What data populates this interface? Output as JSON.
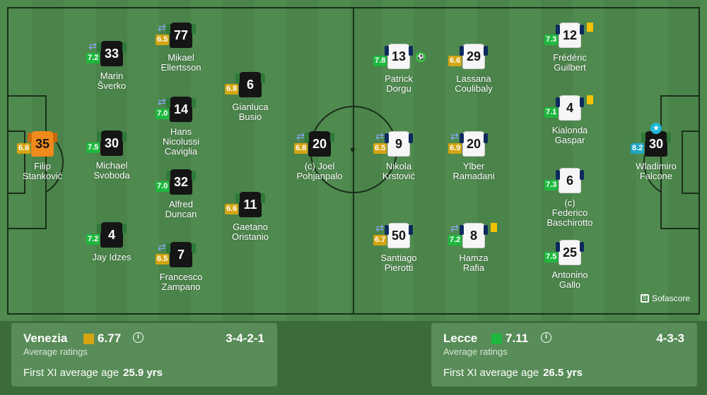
{
  "home": {
    "team": "Venezia",
    "avg_rating": "6.77",
    "avg_color": "#d6a411",
    "avg_label": "Average ratings",
    "formation": "3-4-2-1",
    "age_label": "First XI average age",
    "age_value": "25.9 yrs",
    "players": [
      {
        "num": "35",
        "name": "Filip\nStanković",
        "rating": "6.6",
        "rc": "yellow",
        "gk": true
      },
      {
        "num": "33",
        "name": "Marin\nŠverko",
        "rating": "7.2",
        "rc": "green",
        "sub": true
      },
      {
        "num": "30",
        "name": "Michael\nSvoboda",
        "rating": "7.5",
        "rc": "green"
      },
      {
        "num": "4",
        "name": "Jay Idzes",
        "rating": "7.2",
        "rc": "green"
      },
      {
        "num": "77",
        "name": "Mikael\nEllertsson",
        "rating": "6.5",
        "rc": "yellow",
        "sub": true
      },
      {
        "num": "14",
        "name": "Hans\nNicolussi\nCaviglia",
        "rating": "7.0",
        "rc": "green",
        "sub": true
      },
      {
        "num": "32",
        "name": "Alfred\nDuncan",
        "rating": "7.0",
        "rc": "green"
      },
      {
        "num": "7",
        "name": "Francesco\nZampano",
        "rating": "6.5",
        "rc": "yellow",
        "sub": true
      },
      {
        "num": "6",
        "name": "Gianluca\nBusio",
        "rating": "6.8",
        "rc": "yellow"
      },
      {
        "num": "11",
        "name": "Gaetano\nOristanio",
        "rating": "6.6",
        "rc": "yellow"
      },
      {
        "num": "20",
        "name": "(c) Joel\nPohjanpalo",
        "rating": "6.8",
        "rc": "yellow",
        "sub": true
      }
    ]
  },
  "away": {
    "team": "Lecce",
    "avg_rating": "7.11",
    "avg_color": "#1db83e",
    "avg_label": "Average ratings",
    "formation": "4-3-3",
    "age_label": "First XI average age",
    "age_value": "26.5 yrs",
    "players": [
      {
        "num": "13",
        "name": "Patrick\nDorgu",
        "rating": "7.8",
        "rc": "green",
        "goal": true
      },
      {
        "num": "9",
        "name": "Nikola\nKrstović",
        "rating": "6.5",
        "rc": "yellow",
        "sub": true
      },
      {
        "num": "50",
        "name": "Santiago\nPierotti",
        "rating": "6.7",
        "rc": "yellow",
        "sub": true
      },
      {
        "num": "29",
        "name": "Lassana\nCoulibaly",
        "rating": "6.6",
        "rc": "yellow"
      },
      {
        "num": "20",
        "name": "Ylber\nRamadani",
        "rating": "6.9",
        "rc": "yellow",
        "sub": true
      },
      {
        "num": "8",
        "name": "Hamza\nRafia",
        "rating": "7.2",
        "rc": "green",
        "sub": true,
        "card": true
      },
      {
        "num": "12",
        "name": "Frédéric\nGuilbert",
        "rating": "7.3",
        "rc": "green",
        "card": true
      },
      {
        "num": "4",
        "name": "Kialonda\nGaspar",
        "rating": "7.1",
        "rc": "green",
        "card": true
      },
      {
        "num": "6",
        "name": "(c)\nFederico\nBaschirotto",
        "rating": "7.3",
        "rc": "green"
      },
      {
        "num": "25",
        "name": "Antonino\nGallo",
        "rating": "7.5",
        "rc": "green"
      },
      {
        "num": "30",
        "name": "Wladimiro\nFalcone",
        "rating": "8.2",
        "rc": "blue",
        "gk": true,
        "star": true
      }
    ]
  },
  "watermark": "Sofascore",
  "icons": {
    "sub": "substitution-icon",
    "card": "yellow-card-icon",
    "goal": "goal-icon",
    "star": "player-of-the-match-icon",
    "info": "info-icon"
  }
}
